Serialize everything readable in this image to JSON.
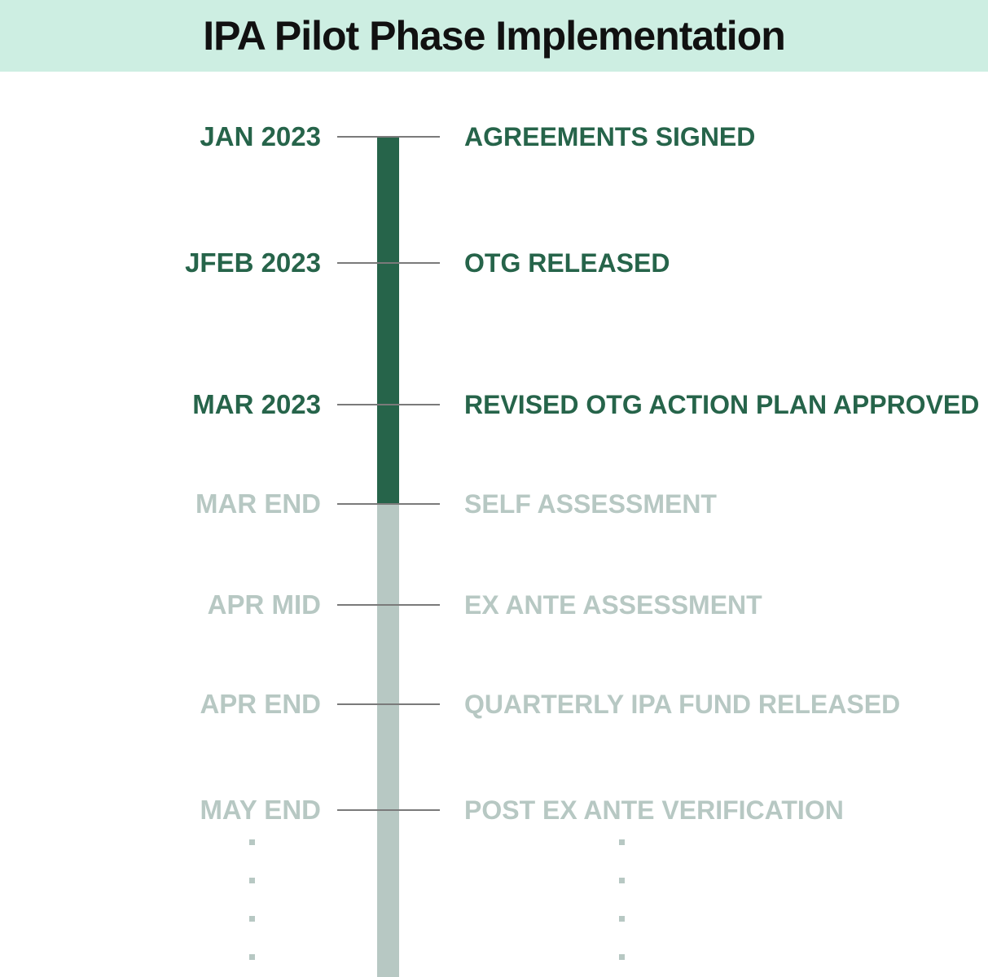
{
  "header": {
    "title": "IPA Pilot Phase Implementation"
  },
  "colors": {
    "header_background": "#cdeee2",
    "title_text": "#111111",
    "completed": "#26644a",
    "upcoming": "#b7c8c3",
    "tick_line": "#7a7a7a",
    "page_background": "#ffffff"
  },
  "timeline": {
    "milestones": [
      {
        "date": "JAN 2023",
        "label": "AGREEMENTS SIGNED",
        "status": "completed"
      },
      {
        "date": "JFEB 2023",
        "label": "OTG RELEASED",
        "status": "completed"
      },
      {
        "date": "MAR 2023",
        "label": "REVISED OTG ACTION PLAN APPROVED",
        "status": "completed"
      },
      {
        "date": "MAR END",
        "label": "SELF ASSESSMENT",
        "status": "upcoming"
      },
      {
        "date": "APR MID",
        "label": "EX ANTE ASSESSMENT",
        "status": "upcoming"
      },
      {
        "date": "APR END",
        "label": "QUARTERLY IPA FUND RELEASED",
        "status": "upcoming"
      },
      {
        "date": "MAY END",
        "label": "POST EX ANTE VERIFICATION",
        "status": "upcoming"
      }
    ],
    "continuation_dots": {
      "columns": 2,
      "dots_per_column": 4
    }
  }
}
